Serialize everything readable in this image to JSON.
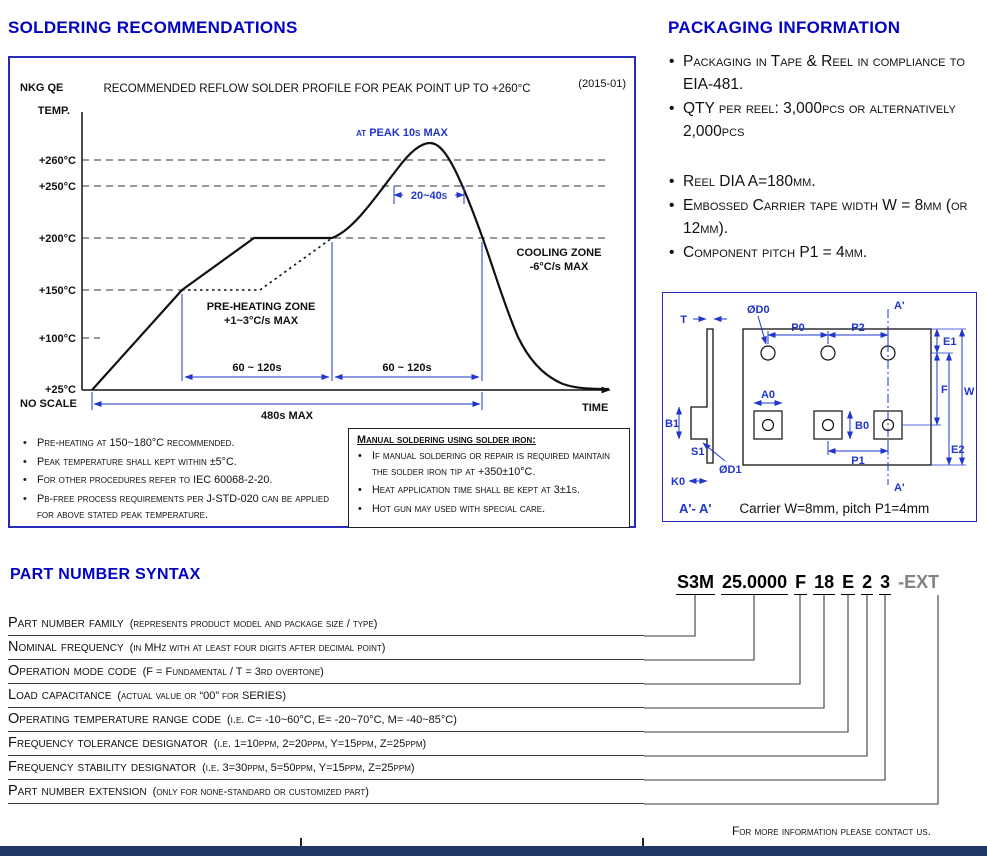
{
  "soldering": {
    "title": "SOLDERING RECOMMENDATIONS",
    "chart": {
      "corner_left": "NKG QE",
      "title": "RECOMMENDED REFLOW SOLDER PROFILE FOR PEAK POINT UP TO +260°C",
      "corner_right": "(2015-01)",
      "y_axis_label": "TEMP.",
      "x_axis_label": "TIME",
      "no_scale_label": "NO SCALE",
      "temp_ticks": [
        "+260°C",
        "+250°C",
        "+200°C",
        "+150°C",
        "+100°C",
        "+25°C"
      ],
      "peak_label": "at PEAK 10s MAX",
      "peak_window_label": "20~40s",
      "cooling_zone_line1": "COOLING ZONE",
      "cooling_zone_line2": "-6°C/s MAX",
      "preheat_zone_line1": "PRE-HEATING ZONE",
      "preheat_zone_line2": "+1~3°C/s MAX",
      "preheat_duration_label": "60 ~ 120s",
      "ramp_duration_label": "60 ~ 120s",
      "total_duration_label": "480s MAX"
    },
    "notes": [
      "Pre-heating at 150~180°C recommended.",
      "Peak temperature shall kept within ±5°C.",
      "For other procedures refer to IEC 60068-2-20.",
      "Pb-free process requirements per J-STD-020 can be applied for above stated peak temperature."
    ],
    "manual_box": {
      "title": "Manual soldering using solder iron:",
      "items": [
        "If manual soldering or repair is required maintain the solder iron tip at +350±10°C.",
        "Heat application time shall be kept at 3±1s.",
        "Hot gun may used with special care."
      ]
    }
  },
  "packaging": {
    "title": "PACKAGING INFORMATION",
    "bullets_group1": [
      "Packaging in Tape & Reel in compliance to EIA-481.",
      "QTY per reel: 3,000pcs or alternatively 2,000pcs"
    ],
    "bullets_group2": [
      "Reel DIA A=180mm.",
      "Embossed Carrier tape width W = 8mm (or 12mm).",
      "Component pitch P1 = 4mm."
    ],
    "drawing": {
      "t": "T",
      "d0": "ØD0",
      "p0": "P0",
      "p2": "P2",
      "a_prime_top": "A'",
      "e1": "E1",
      "a0": "A0",
      "f": "F",
      "w": "W",
      "b1": "B1",
      "b0": "B0",
      "e2": "E2",
      "s1": "S1",
      "d1": "ØD1",
      "p1": "P1",
      "k0": "K0",
      "a_prime_bottom": "A'",
      "section_label": "A'- A'",
      "caption": "Carrier W=8mm, pitch P1=4mm"
    }
  },
  "part_number": {
    "title": "PART NUMBER SYNTAX",
    "segments": [
      "S3M",
      "25.0000",
      "F",
      "18",
      "E",
      "2",
      "3"
    ],
    "extension": "-EXT",
    "rows": [
      {
        "label": "Part number family",
        "note": "(represents product model and package size / type)"
      },
      {
        "label": "Nominal frequency",
        "note": "(in MHz with at least four digits after decimal point)"
      },
      {
        "label": "Operation mode code",
        "note": "(F = Fundamental / T = 3rd overtone)"
      },
      {
        "label": "Load capacitance",
        "note": "(actual value or “00” for SERIES)"
      },
      {
        "label": "Operating temperature range code",
        "note": "(i.e. C= -10~60°C, E= -20~70°C, M= -40~85°C)"
      },
      {
        "label": "Frequency tolerance designator",
        "note": "(i.e. 1=10ppm, 2=20ppm, Y=15ppm, Z=25ppm)"
      },
      {
        "label": "Frequency stability designator",
        "note": "(i.e. 3=30ppm, 5=50ppm, Y=15ppm, Z=25ppm)"
      },
      {
        "label": "Part number extension",
        "note": "(only for none-standard or customized part)"
      }
    ],
    "footer_note": "For more information please contact us."
  },
  "colors": {
    "accent_blue": "#0202c4",
    "drawing_blue": "#1f35cc",
    "footer_navy": "#1f3864"
  }
}
